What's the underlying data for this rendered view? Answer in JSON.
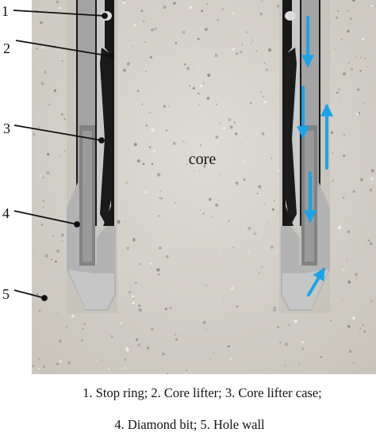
{
  "core_label": "core",
  "callouts": [
    {
      "number": "1",
      "part": "Stop ring"
    },
    {
      "number": "2",
      "part": "Core lifter"
    },
    {
      "number": "3",
      "part": "Core lifter case"
    },
    {
      "number": "4",
      "part": "Diamond bit"
    },
    {
      "number": "5",
      "part": "Hole wall"
    }
  ],
  "caption": {
    "line1": "1. Stop ring; 2. Core lifter; 3. Core lifter case;",
    "line2": "4. Diamond bit; 5. Hole wall"
  },
  "colors": {
    "rock": "#d6d3cc",
    "rock_dark": "#bdb9b1",
    "tube_outer": "#a6a6a6",
    "tube_light": "#c4c4c4",
    "tube_dark": "#7a7a7a",
    "steel_black": "#141414",
    "bit": "#b5b5b5",
    "flow_arrow": "#1aa3e8"
  }
}
